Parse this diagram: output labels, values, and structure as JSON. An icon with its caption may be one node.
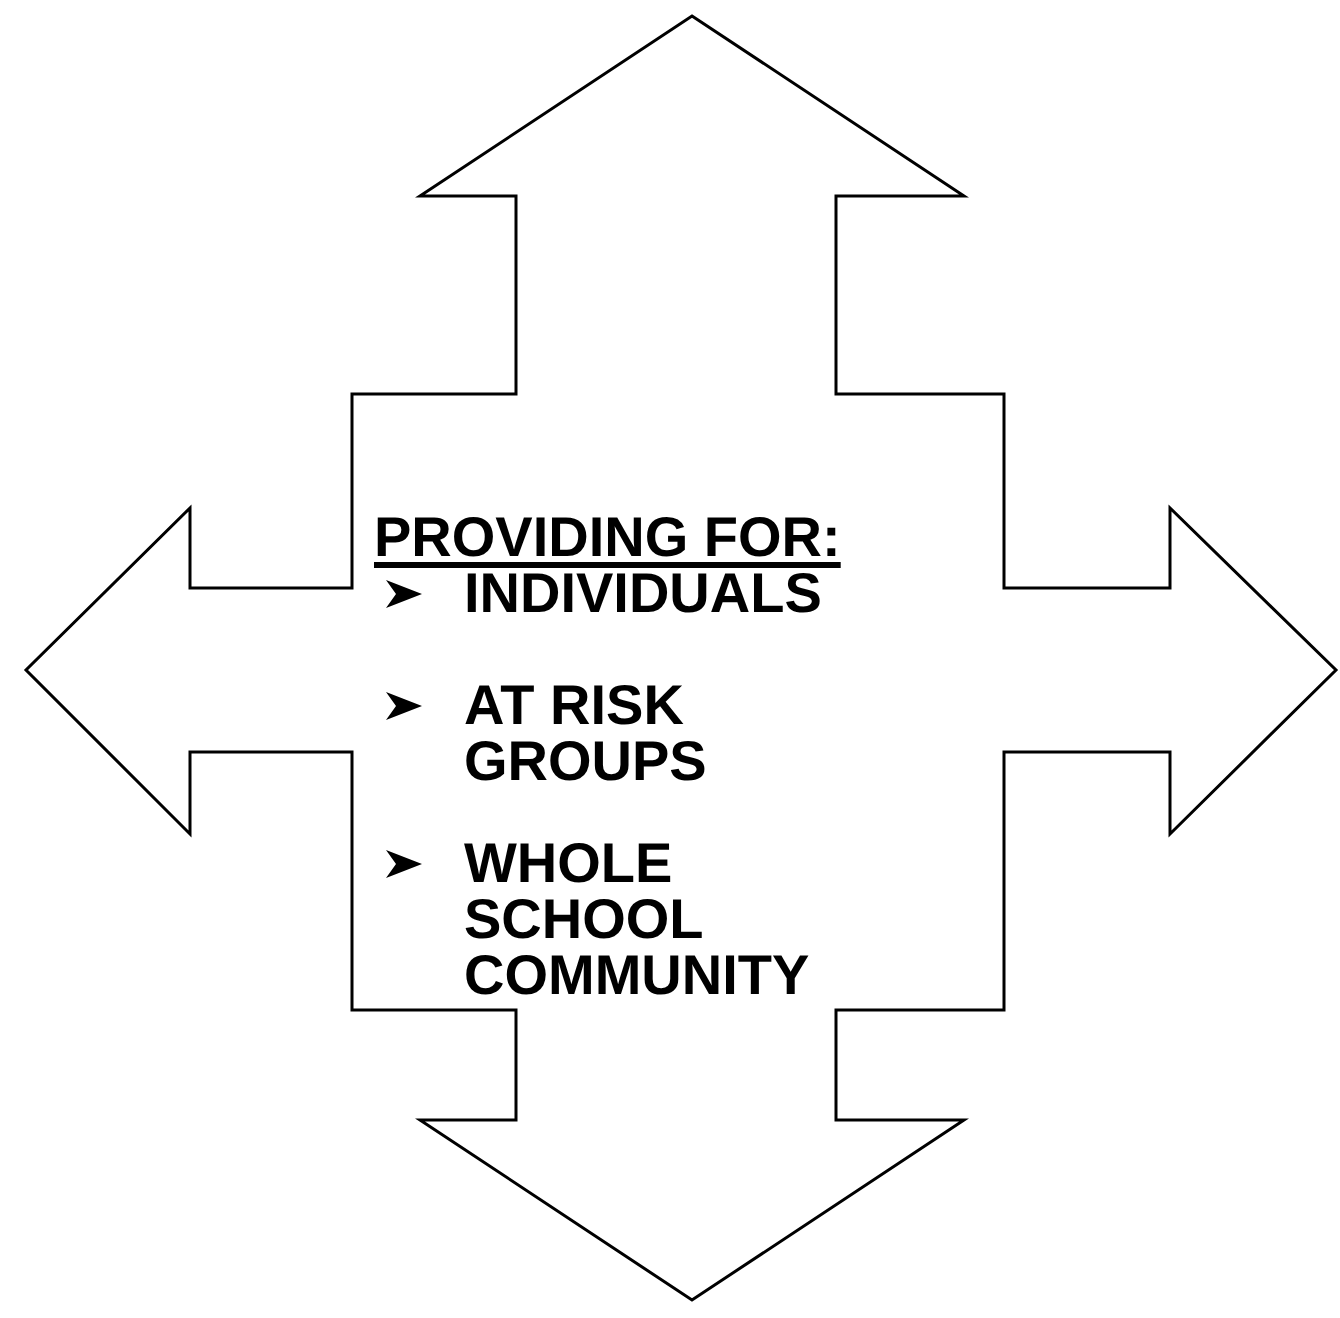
{
  "diagram": {
    "nodes": [
      {
        "text": [
          "PROVIDING FOR:",
          "INDIVIDUALS",
          "AT RISK GROUPS",
          "WHOLE SCHOOL COMMUNITY"
        ]
      }
    ]
  }
}
